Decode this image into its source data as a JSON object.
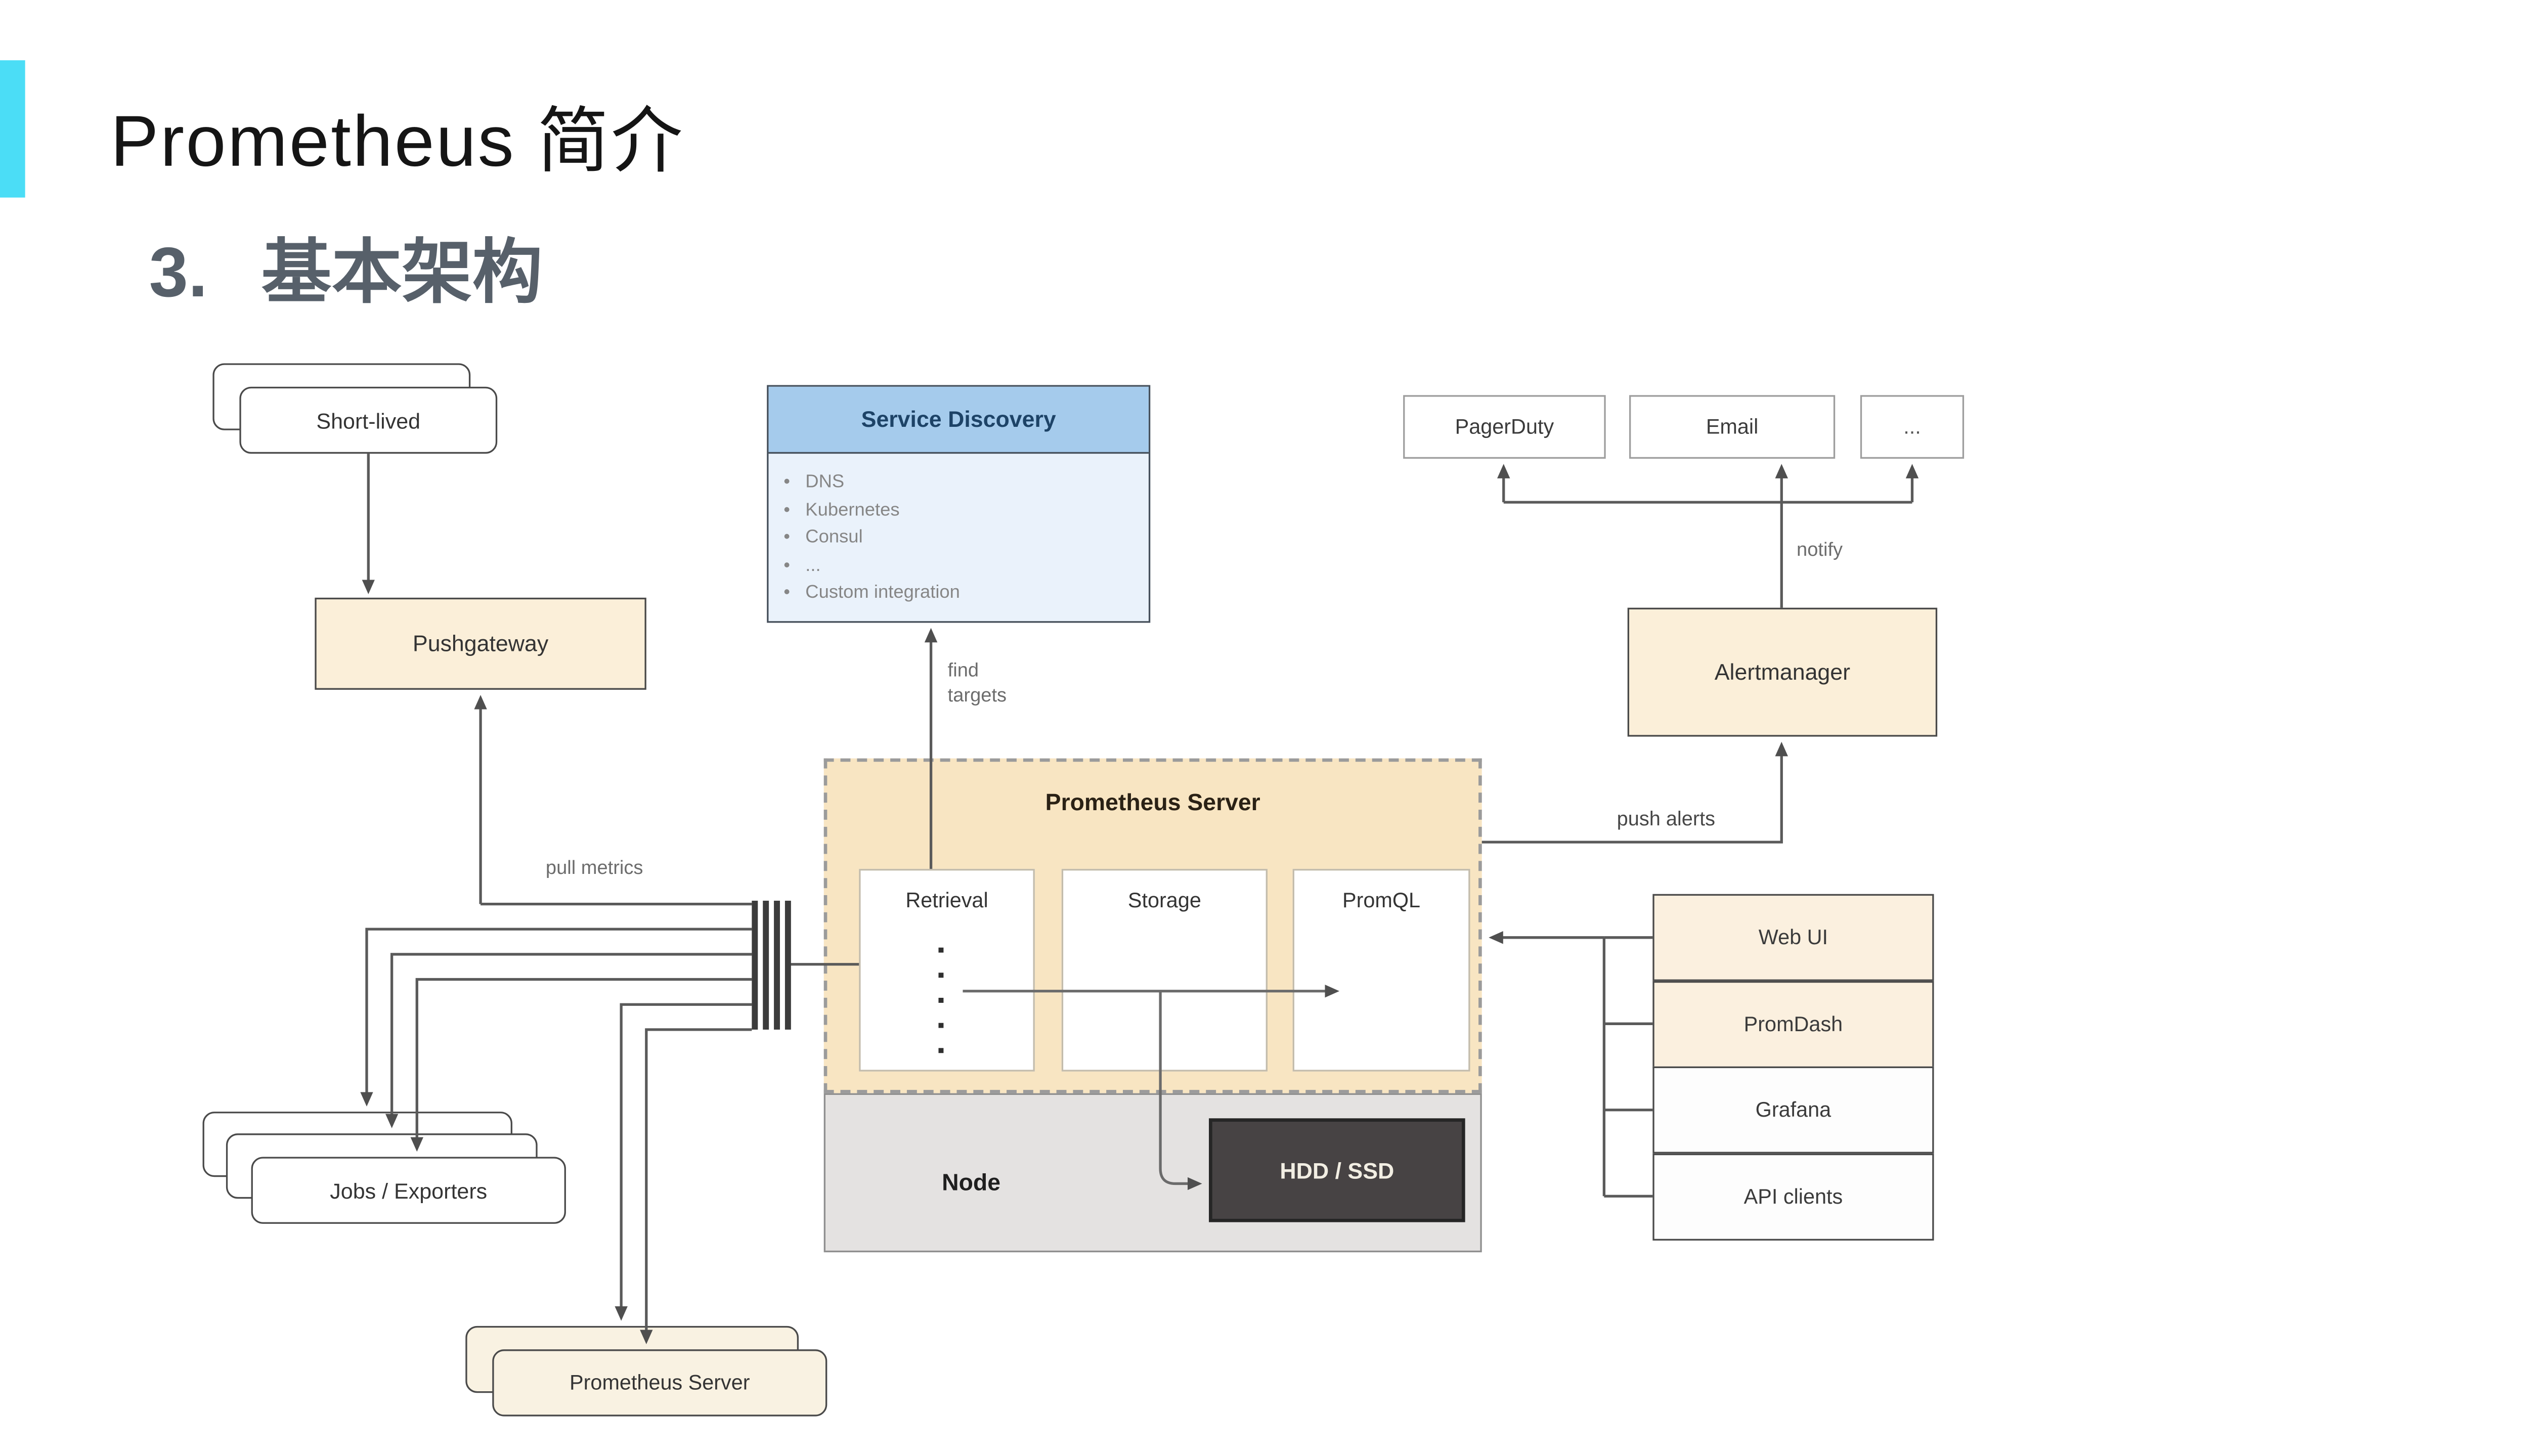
{
  "slide": {
    "title": "Prometheus 简介",
    "heading": {
      "number": "3.",
      "text": "基本架构"
    }
  },
  "diagram": {
    "nodes": {
      "short_lived": "Short-lived",
      "pushgateway": "Pushgateway",
      "jobs_exporters": "Jobs / Exporters",
      "prometheus_server_replica": "Prometheus Server",
      "service_discovery": {
        "title": "Service Discovery",
        "items": [
          "DNS",
          "Kubernetes",
          "Consul",
          "...",
          "Custom integration"
        ]
      },
      "prometheus_server": {
        "title": "Prometheus Server",
        "retrieval": "Retrieval",
        "storage": "Storage",
        "promql": "PromQL"
      },
      "node_label": "Node",
      "hdd_ssd": "HDD / SSD",
      "alertmanager": "Alertmanager",
      "pagerduty": "PagerDuty",
      "email": "Email",
      "more": "...",
      "clients": [
        "Web UI",
        "PromDash",
        "Grafana",
        "API clients"
      ]
    },
    "labels": {
      "pull_metrics": "pull metrics",
      "find_targets": "find\ntargets",
      "push_alerts": "push alerts",
      "notify": "notify"
    },
    "colors": {
      "accent_bar": "#4BDDF6",
      "heading_gray": "#57606A",
      "server_fill": "#F8E5C2",
      "component_cream": "#FBEFD9",
      "sd_header_blue": "#A5CBEC",
      "sd_body_blue": "#EAF2FB",
      "node_gray": "#E4E2E1",
      "disk_dark": "#474344",
      "line_gray": "#5A5A5A"
    }
  }
}
